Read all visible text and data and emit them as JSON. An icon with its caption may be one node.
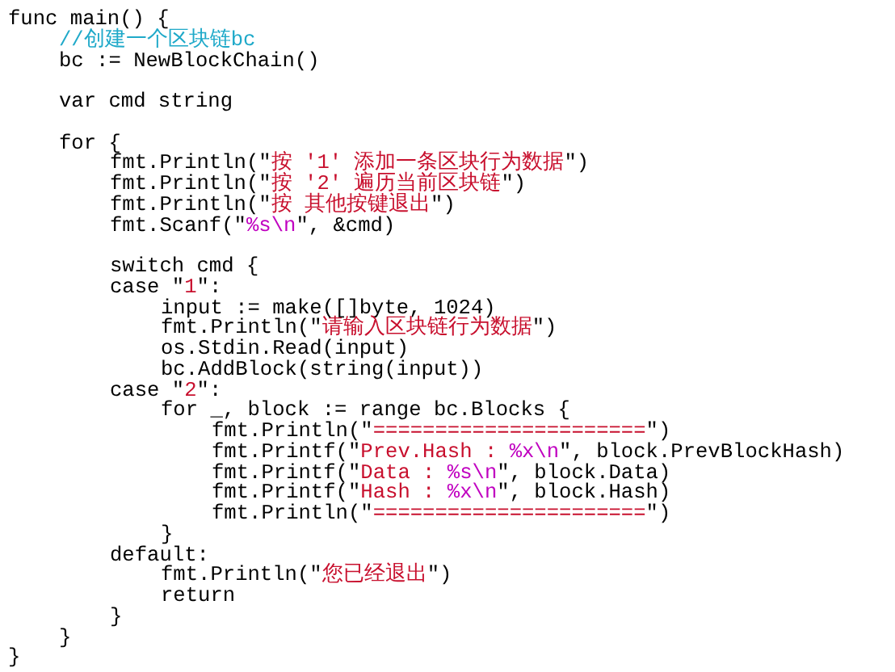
{
  "diagram": {
    "labels": [
      "func main() {",
      "//创建一个区块链bc",
      "bc := NewBlockChain()",
      "var cmd string",
      "for {",
      "fmt.Println(\"按 '1' 添加一条区块行为数据\")",
      "fmt.Println(\"按 '2' 遍历当前区块链\")",
      "fmt.Println(\"按 其他按键退出\")",
      "fmt.Scanf(\"%s\\n\", &cmd)",
      "switch cmd {",
      "case \"1\":",
      "input := make([]byte, 1024)",
      "fmt.Println(\"请输入区块链行为数据\")",
      "os.Stdin.Read(input)",
      "bc.AddBlock(string(input))",
      "case \"2\":",
      "for _, block := range bc.Blocks {",
      "fmt.Println(\"======================\")",
      "fmt.Printf(\"Prev.Hash : %x\\n\", block.PrevBlockHash)",
      "fmt.Printf(\"Data : %s\\n\", block.Data)",
      "fmt.Printf(\"Hash : %x\\n\", block.Hash)",
      "fmt.Println(\"======================\")",
      "}",
      "default:",
      "fmt.Println(\"您已经退出\")",
      "return",
      "}",
      "}",
      "}"
    ]
  }
}
